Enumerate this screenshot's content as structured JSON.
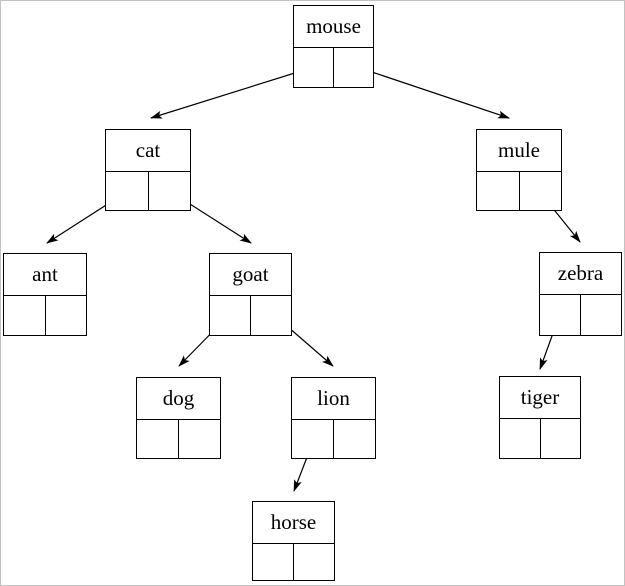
{
  "diagram": {
    "type": "binary-tree",
    "background_color": "#ffffff",
    "line_color": "#000000",
    "nodes": [
      {
        "id": "mouse",
        "label": "mouse"
      },
      {
        "id": "cat",
        "label": "cat"
      },
      {
        "id": "mule",
        "label": "mule"
      },
      {
        "id": "ant",
        "label": "ant"
      },
      {
        "id": "goat",
        "label": "goat"
      },
      {
        "id": "zebra",
        "label": "zebra"
      },
      {
        "id": "dog",
        "label": "dog"
      },
      {
        "id": "lion",
        "label": "lion"
      },
      {
        "id": "tiger",
        "label": "tiger"
      },
      {
        "id": "horse",
        "label": "horse"
      }
    ],
    "edges": [
      {
        "from": "mouse",
        "pointer": "left",
        "to": "cat"
      },
      {
        "from": "mouse",
        "pointer": "right",
        "to": "mule"
      },
      {
        "from": "cat",
        "pointer": "left",
        "to": "ant"
      },
      {
        "from": "cat",
        "pointer": "right",
        "to": "goat"
      },
      {
        "from": "goat",
        "pointer": "left",
        "to": "dog"
      },
      {
        "from": "goat",
        "pointer": "right",
        "to": "lion"
      },
      {
        "from": "lion",
        "pointer": "left",
        "to": "horse"
      },
      {
        "from": "mule",
        "pointer": "right",
        "to": "zebra"
      },
      {
        "from": "zebra",
        "pointer": "left",
        "to": "tiger"
      }
    ]
  }
}
